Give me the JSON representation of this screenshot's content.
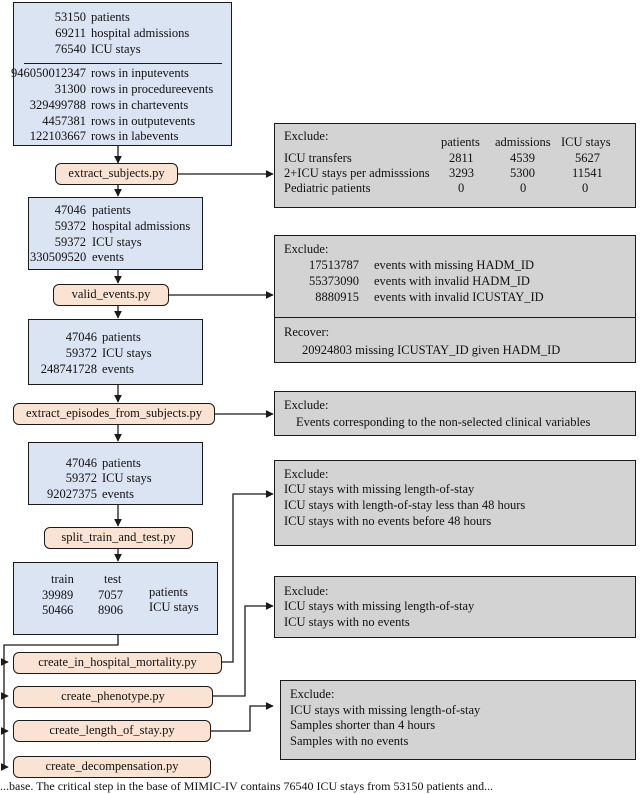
{
  "box1": {
    "rows_a": [
      {
        "n": "53150",
        "label": "patients"
      },
      {
        "n": "69211",
        "label": "hospital admissions"
      },
      {
        "n": "76540",
        "label": "ICU stays"
      }
    ],
    "rows_b": [
      {
        "n": "946050012347",
        "label": "rows in inputevents"
      },
      {
        "n": "31300",
        "label": "rows in procedureevents"
      },
      {
        "n": "329499788",
        "label": "rows in chartevents"
      },
      {
        "n": "4457381",
        "label": "rows in outputevents"
      },
      {
        "n": "122103667",
        "label": "rows in labevents"
      }
    ]
  },
  "script1": "extract_subjects.py",
  "excl1": {
    "title": "Exclude:",
    "headers": [
      "patients",
      "admissions",
      "ICU stays"
    ],
    "rows": [
      {
        "label": "ICU transfers",
        "v": [
          "2811",
          "4539",
          "5627"
        ]
      },
      {
        "label": "2+ICU stays per admisssions",
        "v": [
          "3293",
          "5300",
          "11541"
        ]
      },
      {
        "label": "Pediatric patients",
        "v": [
          "0",
          "0",
          "0"
        ]
      }
    ]
  },
  "box2": {
    "rows": [
      {
        "n": "47046",
        "label": "patients"
      },
      {
        "n": "59372",
        "label": "hospital admissions"
      },
      {
        "n": "59372",
        "label": "ICU stays"
      },
      {
        "n": "330509520",
        "label": "events"
      }
    ]
  },
  "script2": "valid_events.py",
  "excl2": {
    "title": "Exclude:",
    "rows": [
      {
        "n": "17513787",
        "label": "events with missing HADM_ID"
      },
      {
        "n": "55373090",
        "label": "events with invalid HADM_ID"
      },
      {
        "n": "8880915",
        "label": "events with invalid ICUSTAY_ID"
      }
    ],
    "recover_title": "Recover:",
    "recover_text": "20924803 missing ICUSTAY_ID given HADM_ID"
  },
  "box3": {
    "rows": [
      {
        "n": "47046",
        "label": "patients"
      },
      {
        "n": "59372",
        "label": "ICU stays"
      },
      {
        "n": "248741728",
        "label": "events"
      }
    ]
  },
  "script3": "extract_episodes_from_subjects.py",
  "excl3": {
    "title": "Exclude:",
    "text": "Events corresponding to the non-selected clinical variables"
  },
  "box4": {
    "rows": [
      {
        "n": "47046",
        "label": "patients"
      },
      {
        "n": "59372",
        "label": "ICU stays"
      },
      {
        "n": "92027375",
        "label": "events"
      }
    ]
  },
  "script4": "split_train_and_test.py",
  "excl4": {
    "title": "Exclude:",
    "items": [
      "ICU stays with missing length-of-stay",
      "ICU stays with length-of-stay less than 48 hours",
      "ICU stays with no events before 48 hours"
    ]
  },
  "box5": {
    "col_train": "train",
    "col_test": "test",
    "rows": [
      {
        "train": "39989",
        "test": "7057",
        "label": "patients"
      },
      {
        "train": "50466",
        "test": "8906",
        "label": "ICU stays"
      }
    ]
  },
  "excl5": {
    "title": "Exclude:",
    "items": [
      "ICU stays with missing length-of-stay",
      "ICU stays with no events"
    ]
  },
  "excl6": {
    "title": "Exclude:",
    "items": [
      "ICU stays with missing length-of-stay",
      "Samples shorter than 4 hours",
      "Samples with no events"
    ]
  },
  "tasks": [
    "create_in_hospital_mortality.py",
    "create_phenotype.py",
    "create_length_of_stay.py",
    "create_decompensation.py"
  ],
  "caption": "...base. The critical step in the base of MIMIC-IV contains 76540 ICU stays from 53150 patients and..."
}
